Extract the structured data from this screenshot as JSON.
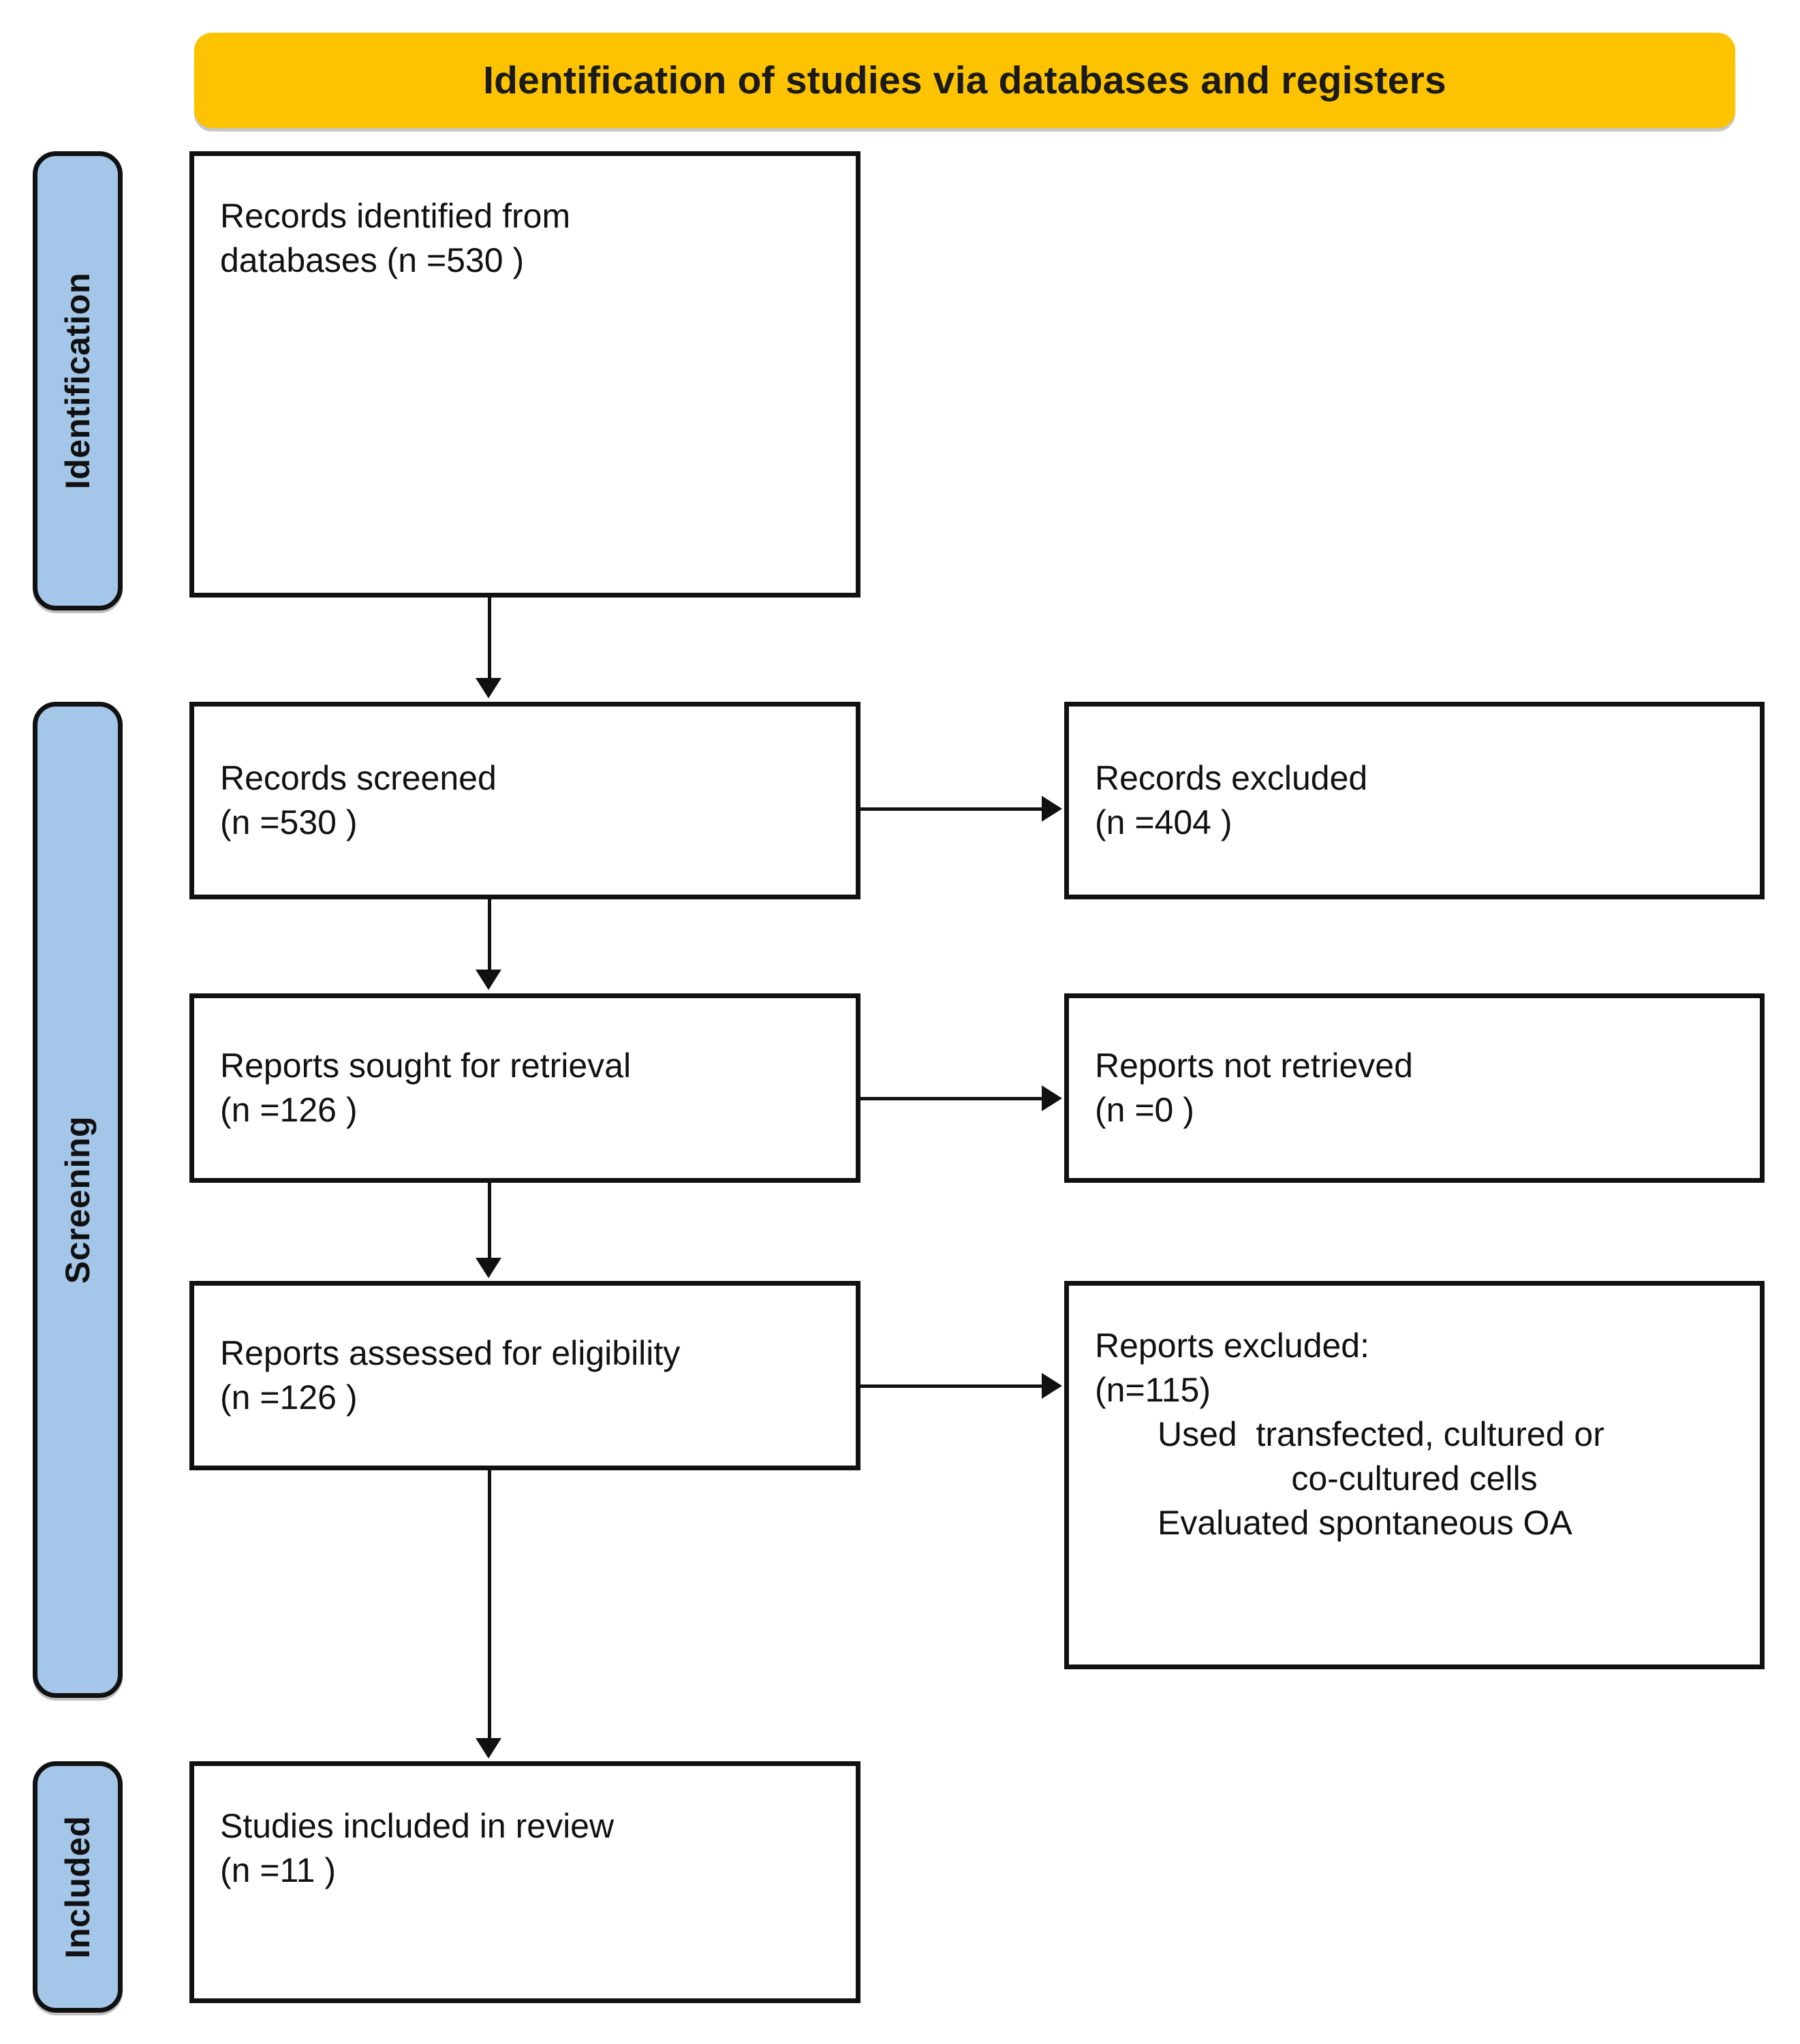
{
  "banner": {
    "title": "Identification of studies via databases and registers"
  },
  "stages": [
    {
      "id": "identification",
      "label": "Identification"
    },
    {
      "id": "screening",
      "label": "Screening"
    },
    {
      "id": "included",
      "label": "Included"
    }
  ],
  "boxes": {
    "identified": {
      "line1": "Records identified from",
      "line2": "databases (n =530 )"
    },
    "screened": {
      "line1": "Records screened",
      "line2": "(n =530 )"
    },
    "excluded": {
      "line1": "Records excluded",
      "line2": "(n =404 )"
    },
    "sought": {
      "line1": "Reports sought for retrieval",
      "line2": "(n =126 )"
    },
    "not_retrieved": {
      "line1": "Reports not retrieved",
      "line2": "(n =0 )"
    },
    "assessed": {
      "line1": "Reports assessed for eligibility",
      "line2": "(n =126 )"
    },
    "reports_excluded": {
      "line1": "Reports excluded:",
      "line2": "(n=115)",
      "line3": "Used  transfected, cultured or",
      "line4": "co-cultured cells",
      "line5": "Evaluated spontaneous OA"
    },
    "included": {
      "line1": "Studies included in review",
      "line2": "(n =11 )"
    }
  },
  "colors": {
    "banner_background": "#FDC300",
    "stage_background": "#A4C6E8",
    "box_border": "#111111",
    "box_background": "#FFFFFF",
    "text": "#111111"
  }
}
